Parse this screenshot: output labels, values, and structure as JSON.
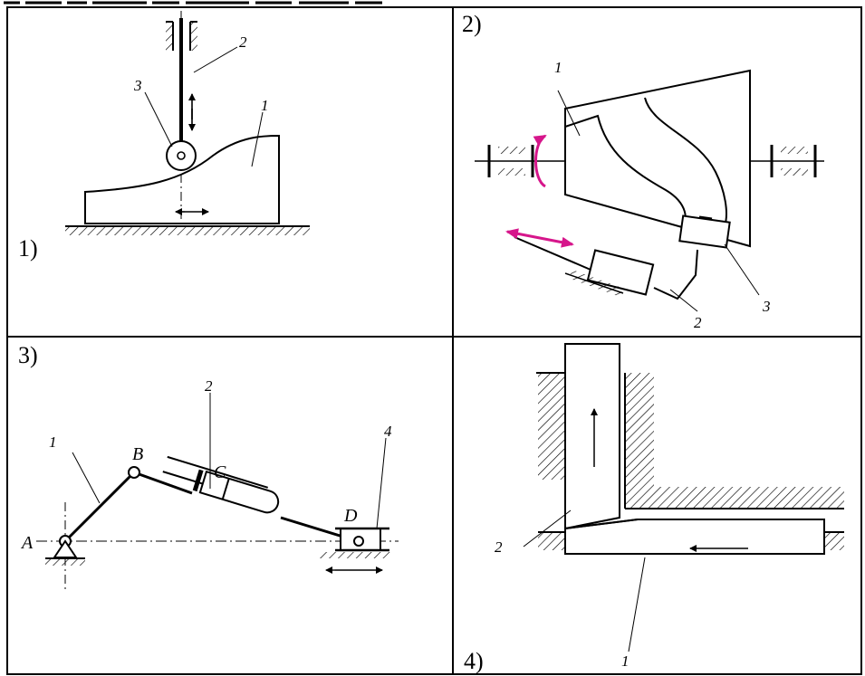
{
  "panels": [
    {
      "id": "1",
      "number": "1)",
      "labels": {
        "part1": "1",
        "part2": "2",
        "part3": "3"
      }
    },
    {
      "id": "2",
      "number": "2)",
      "labels": {
        "part1": "1",
        "part2": "2",
        "part3": "3"
      }
    },
    {
      "id": "3",
      "number": "3)",
      "labels": {
        "part1": "1",
        "part2": "2",
        "part4": "4",
        "A": "A",
        "B": "B",
        "C": "C",
        "D": "D"
      }
    },
    {
      "id": "4",
      "number": "4)",
      "labels": {
        "part1": "1",
        "part2": "2"
      }
    }
  ],
  "colors": {
    "line": "#000000",
    "accent": "#d6168b"
  }
}
